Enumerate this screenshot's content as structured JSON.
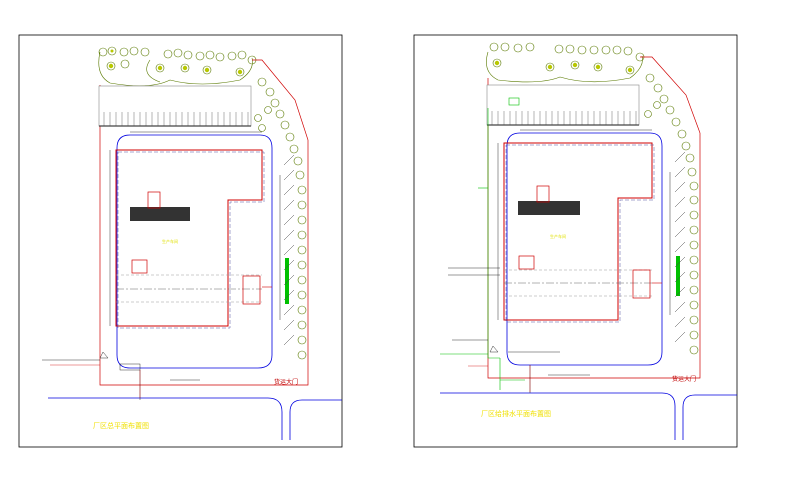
{
  "sheets": [
    {
      "id": "left",
      "caption": "厂区总平面布置图",
      "building_label": "生产车间",
      "gate_label": "货运大门"
    },
    {
      "id": "right",
      "caption": "厂区给排水平面布置图",
      "building_label": "生产车间",
      "gate_label": "货运大门"
    }
  ],
  "colors": {
    "boundary": "#d00000",
    "road": "#0000e0",
    "tree_stroke": "#5a7a00",
    "tree_fill": "#b8c800",
    "pipe_green": "#00c000",
    "dark_block": "#333333",
    "label_yellow": "#e8e000"
  }
}
